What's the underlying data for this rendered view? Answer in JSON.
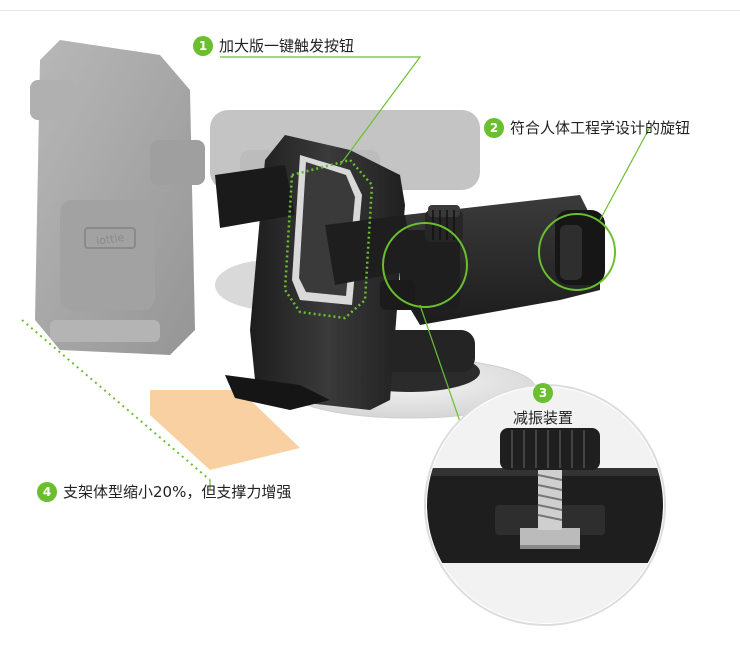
{
  "callouts": [
    {
      "number": "1",
      "text": "加大版一键触发按钮"
    },
    {
      "number": "2",
      "text": "符合人体工程学设计的旋钮"
    },
    {
      "number": "3",
      "text": "减振装置"
    },
    {
      "number": "4",
      "text": "支架体型缩小20%，但支撑力增强"
    }
  ],
  "product": {
    "brand_text": "iottie"
  },
  "colors": {
    "accent_green": "#6abf2e",
    "holder_black": "#2a2a2a",
    "ghost_gray": "#a8a8a8",
    "size_highlight": "#f7c48b"
  },
  "icons": {
    "dial": "knurled-knob",
    "spring": "coil-spring"
  }
}
